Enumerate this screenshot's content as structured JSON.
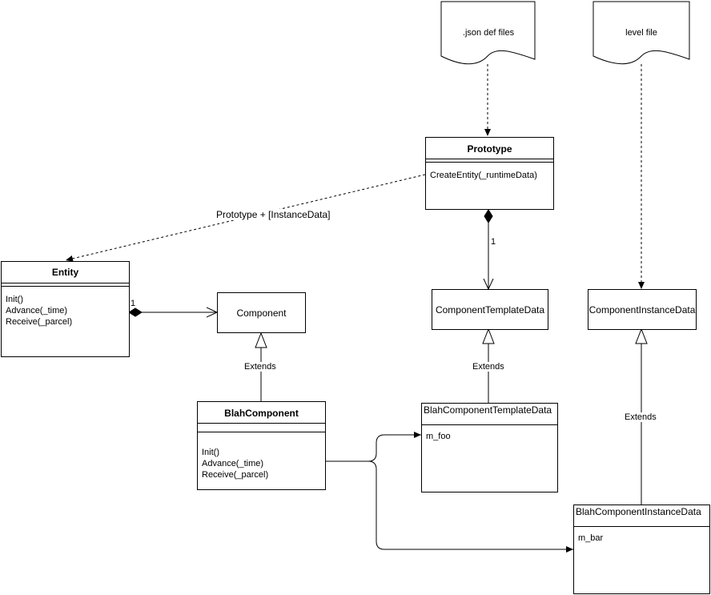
{
  "documents": {
    "json_def": ".json def files",
    "level_file": "level file"
  },
  "classes": {
    "prototype": {
      "name": "Prototype",
      "ops": [
        "CreateEntity(_runtimeData)"
      ]
    },
    "entity": {
      "name": "Entity",
      "ops": [
        "Init()",
        "Advance(_time)",
        "Receive(_parcel)"
      ]
    },
    "component": {
      "name": "Component"
    },
    "component_template_data": {
      "name": "ComponentTemplateData"
    },
    "component_instance_data": {
      "name": "ComponentInstanceData"
    },
    "blah_component": {
      "name": "BlahComponent",
      "ops": [
        "Init()",
        "Advance(_time)",
        "Receive(_parcel)"
      ]
    },
    "blah_component_template_data": {
      "name": "BlahComponentTemplateData",
      "fields": [
        "m_foo"
      ]
    },
    "blah_component_instance_data": {
      "name": "BlahComponentInstanceData",
      "fields": [
        "m_bar"
      ]
    }
  },
  "edges": {
    "prototype_to_entity": "Prototype + [InstanceData]",
    "entity_component_multiplicity": "1",
    "prototype_template_multiplicity": "1",
    "extends_component": "Extends",
    "extends_template": "Extends",
    "extends_instance": "Extends"
  }
}
